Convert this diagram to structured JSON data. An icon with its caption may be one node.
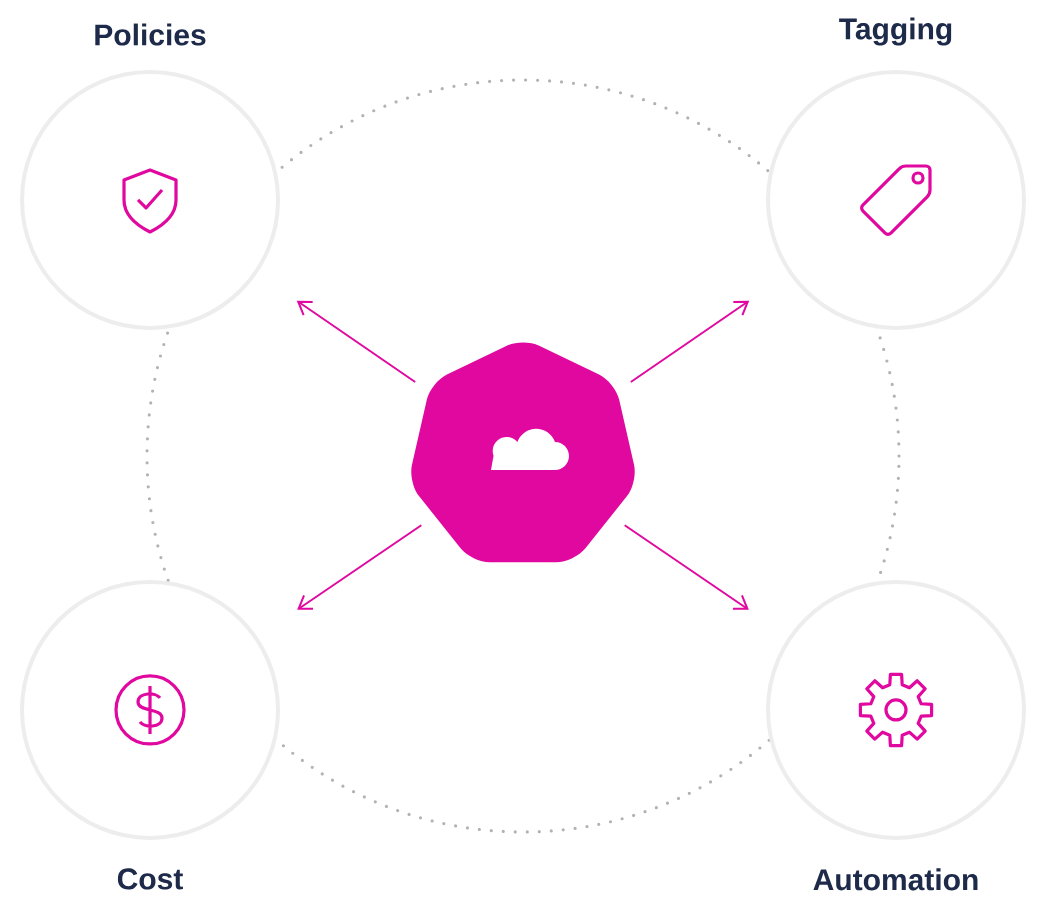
{
  "diagram": {
    "nodes": [
      {
        "text": [],
        "shape": "heptagon"
      },
      {
        "text": [
          "Policies"
        ]
      },
      {
        "text": [
          "Tagging"
        ]
      },
      {
        "text": [
          "Cost"
        ]
      },
      {
        "text": [
          "Automation"
        ]
      }
    ],
    "edges": [
      {
        "from": 0,
        "to": 1,
        "arrow": "to"
      },
      {
        "from": 0,
        "to": 2,
        "arrow": "to"
      },
      {
        "from": 0,
        "to": 3,
        "arrow": "to"
      },
      {
        "from": 0,
        "to": 4,
        "arrow": "to"
      }
    ]
  }
}
